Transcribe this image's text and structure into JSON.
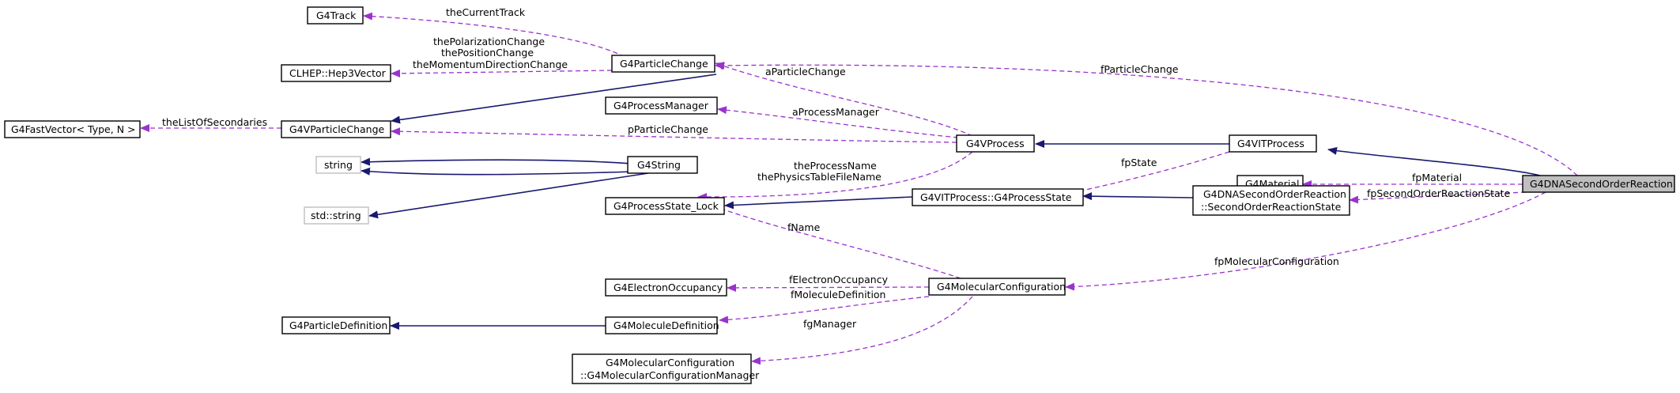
{
  "nodes": {
    "g4dna": "G4DNASecondOrderReaction",
    "g4vitprocess": "G4VITProcess",
    "g4material": "G4Material",
    "sostate_l1": "G4DNASecondOrderReaction",
    "sostate_l2": "::SecondOrderReactionState",
    "g4vprocess": "G4VProcess",
    "g4processstate": "G4VITProcess::G4ProcessState",
    "g4molconf": "G4MolecularConfiguration",
    "g4particlechange": "G4ParticleChange",
    "g4processmanager": "G4ProcessManager",
    "g4string": "G4String",
    "g4processstatelock": "G4ProcessState_Lock",
    "g4electronoccupancy": "G4ElectronOccupancy",
    "g4moleculedefinition": "G4MoleculeDefinition",
    "g4mcm_l1": "G4MolecularConfiguration",
    "g4mcm_l2": "::G4MolecularConfigurationManager",
    "g4track": "G4Track",
    "hep3vector": "CLHEP::Hep3Vector",
    "g4vparticlechange": "G4VParticleChange",
    "string": "string",
    "stdstring": "std::string",
    "g4fastvector": "G4FastVector< Type, N >",
    "g4particledefinition": "G4ParticleDefinition"
  },
  "edge_labels": {
    "fParticleChange": "fParticleChange",
    "fpMaterial": "fpMaterial",
    "fpSecondOrderReactionState": "fpSecondOrderReactionState",
    "fpMolecularConfiguration": "fpMolecularConfiguration",
    "fpState": "fpState",
    "aParticleChange": "aParticleChange",
    "aProcessManager": "aProcessManager",
    "pParticleChange": "pParticleChange",
    "theProcessName": "theProcessName",
    "thePhysicsTableFileName": "thePhysicsTableFileName",
    "theCurrentTrack": "theCurrentTrack",
    "thePolarizationChange": "thePolarizationChange",
    "thePositionChange": "thePositionChange",
    "theMomentumDirectionChange": "theMomentumDirectionChange",
    "theListOfSecondaries": "theListOfSecondaries",
    "fName": "fName",
    "fElectronOccupancy": "fElectronOccupancy",
    "fMoleculeDefinition": "fMoleculeDefinition",
    "fgManager": "fgManager"
  },
  "colors": {
    "inheritance": "#191970",
    "usage": "#9a32cd",
    "focus_fill": "#bfbfbf",
    "external_border": "#bfbfbf"
  }
}
